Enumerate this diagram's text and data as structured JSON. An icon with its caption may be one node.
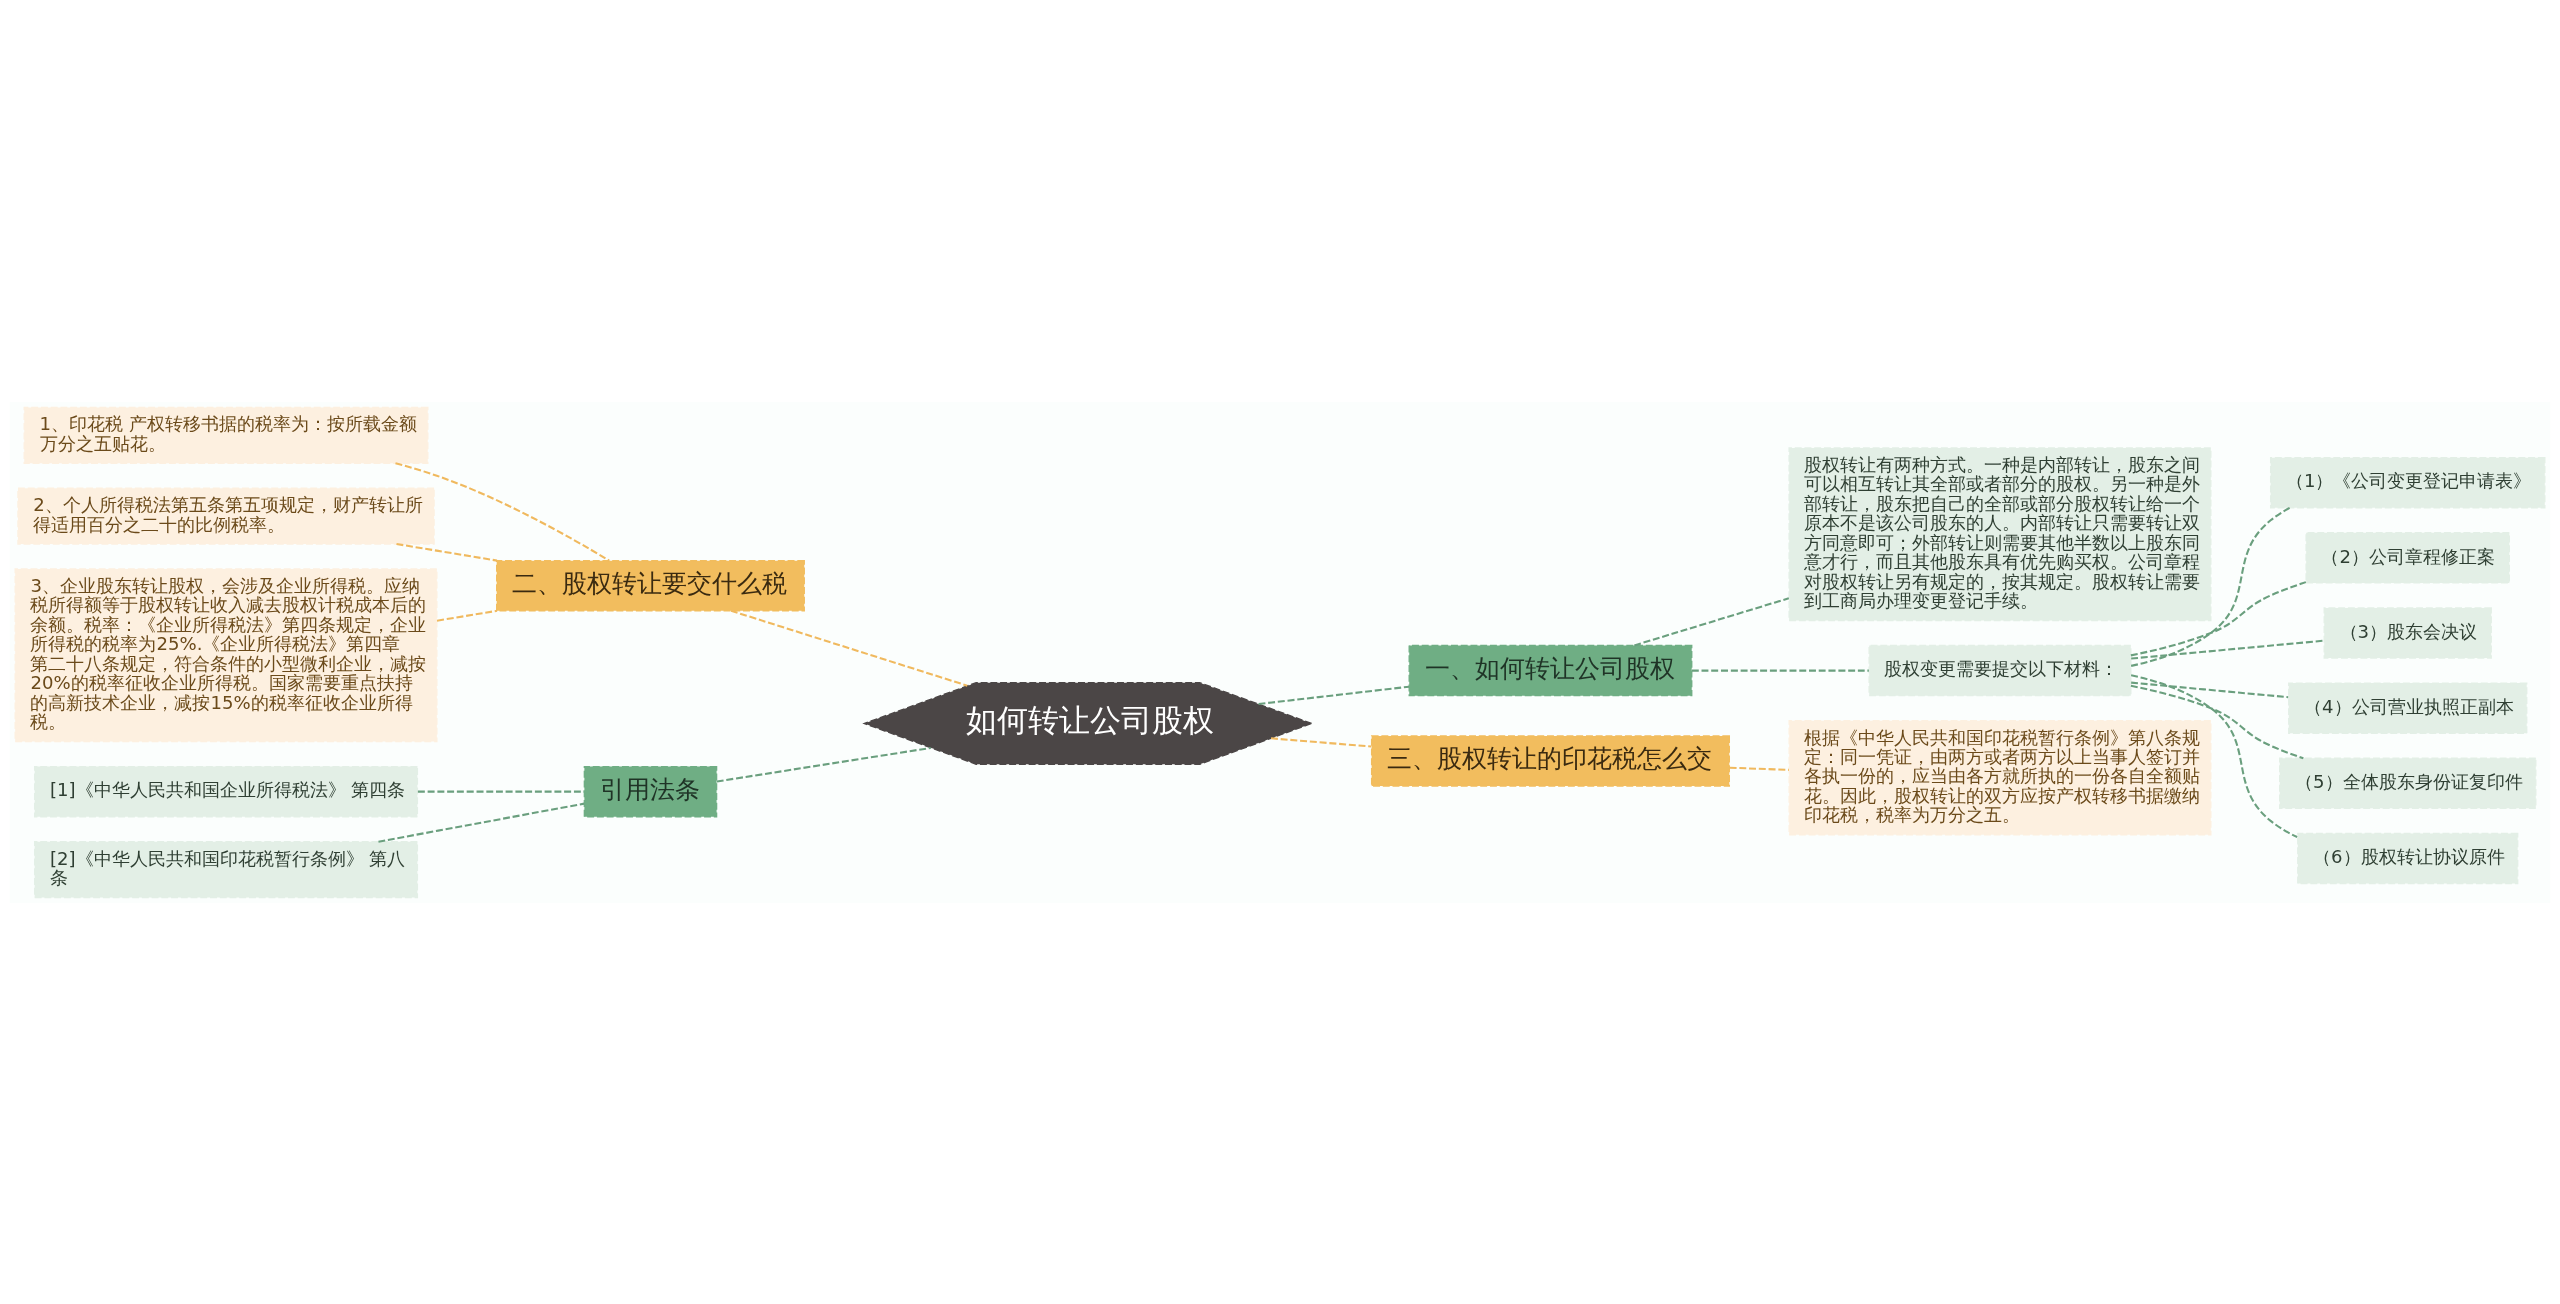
{
  "diagram": {
    "nodes": [
      {
        "text": [
          "如何转让公司股权"
        ]
      },
      {
        "text": [
          "一、如何转让公司股权"
        ]
      },
      {
        "text": [
          "股权转让有两种方式。一种是内部转让，股东之间可以相互转让其全部或者部分的股权。另一种是外部转让，股东把自己的全部或部分股权转让给一个原本不是该公司股东的人。内部转让只需要转让双方同意即可；外部转让则需要其他半数以上股东同意才行，而且其他股东具有优先购买权。公司章程对股权转让另有规定的，按其规定。股权转让需要到工商局办理变更登记手续。"
        ]
      },
      {
        "text": [
          "股权变更需要提交以下材料："
        ]
      },
      {
        "text": [
          "（1）《公司变更登记申请表》"
        ]
      },
      {
        "text": [
          "（2）公司章程修正案"
        ]
      },
      {
        "text": [
          "（3）股东会决议"
        ]
      },
      {
        "text": [
          "（4）公司营业执照正副本"
        ]
      },
      {
        "text": [
          "（5）全体股东身份证复印件"
        ]
      },
      {
        "text": [
          "（6）股权转让协议原件"
        ]
      },
      {
        "text": [
          "三、股权转让的印花税怎么交"
        ]
      },
      {
        "text": [
          "根据《中华人民共和国印花税暂行条例》第八条规定：同一凭证，由两方或者两方以上当事人签订并各执一份的，应当由各方就所执的一份各自全额贴花。因此，股权转让的双方应按产权转移书据缴纳印花税，税率为万分之五。"
        ]
      },
      {
        "text": [
          "二、股权转让要交什么税"
        ]
      },
      {
        "text": [
          "1、印花税 产权转移书据的税率为：按所载金额万分之五贴花。"
        ]
      },
      {
        "text": [
          "2、个人所得税法第五条第五项规定，财产转让所得适用百分之二十的比例税率。"
        ]
      },
      {
        "text": [
          "3、企业股东转让股权，会涉及企业所得税。应纳税所得额等于股权转让收入减去股权计税成本后的余额。税率：《企业所得税法》第四条规定，企业所得税的税率为25%.《企业所得税法》第四章第二十八条规定，符合条件的小型微利企业，减按20%的税率征收企业所得税。国家需要重点扶持的高新技术企业，减按15%的税率征收企业所得税。"
        ]
      },
      {
        "text": [
          "引用法条"
        ]
      },
      {
        "text": [
          "[1]《中华人民共和国企业所得税法》 第四条"
        ]
      },
      {
        "text": [
          "[2]《中华人民共和国印花税暂行条例》 第八条"
        ]
      }
    ],
    "edges": [
      {
        "from": 0,
        "to": 1,
        "arrow": "none",
        "style": "dashed"
      },
      {
        "from": 1,
        "to": 2,
        "arrow": "none",
        "style": "dashed"
      },
      {
        "from": 1,
        "to": 3,
        "arrow": "none",
        "style": "dashed"
      },
      {
        "from": 3,
        "to": 4,
        "arrow": "none",
        "style": "dashed"
      },
      {
        "from": 3,
        "to": 5,
        "arrow": "none",
        "style": "dashed"
      },
      {
        "from": 3,
        "to": 6,
        "arrow": "none",
        "style": "dashed"
      },
      {
        "from": 3,
        "to": 7,
        "arrow": "none",
        "style": "dashed"
      },
      {
        "from": 3,
        "to": 8,
        "arrow": "none",
        "style": "dashed"
      },
      {
        "from": 3,
        "to": 9,
        "arrow": "none",
        "style": "dashed"
      },
      {
        "from": 0,
        "to": 10,
        "arrow": "none",
        "style": "dashed",
        "color": "#f0b95e"
      },
      {
        "from": 10,
        "to": 11,
        "arrow": "none",
        "style": "dashed",
        "color": "#f0b95e"
      },
      {
        "from": 0,
        "to": 12,
        "arrow": "none",
        "style": "dashed",
        "color": "#f0b95e"
      },
      {
        "from": 12,
        "to": 13,
        "arrow": "none",
        "style": "dashed",
        "color": "#f0b95e"
      },
      {
        "from": 12,
        "to": 14,
        "arrow": "none",
        "style": "dashed",
        "color": "#f0b95e"
      },
      {
        "from": 12,
        "to": 15,
        "arrow": "none",
        "style": "dashed",
        "color": "#f0b95e"
      },
      {
        "from": 0,
        "to": 16,
        "arrow": "none",
        "style": "dashed"
      },
      {
        "from": 16,
        "to": 17,
        "arrow": "none",
        "style": "dashed"
      },
      {
        "from": 16,
        "to": 18,
        "arrow": "none",
        "style": "dashed"
      }
    ]
  }
}
